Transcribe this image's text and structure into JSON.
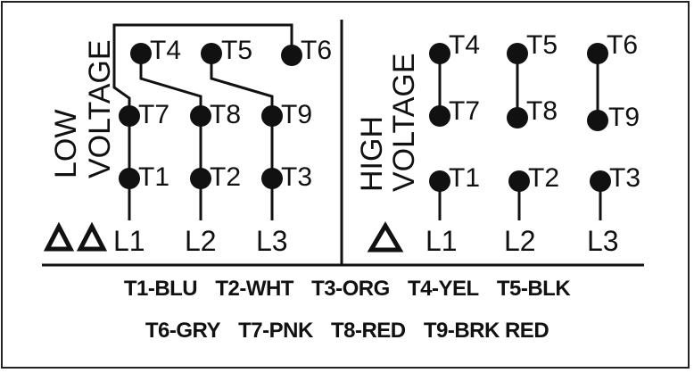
{
  "diagram": {
    "low_voltage": {
      "label_line1": "LOW",
      "label_line2": "VOLTAGE",
      "symbol": "ΔΔ",
      "terminals": {
        "T4": "T4",
        "T5": "T5",
        "T6": "T6",
        "T7": "T7",
        "T8": "T8",
        "T9": "T9",
        "T1": "T1",
        "T2": "T2",
        "T3": "T3"
      },
      "lines": [
        "L1",
        "L2",
        "L3"
      ],
      "connections": [
        "T4-T8",
        "T5-T9",
        "T6-T7",
        "T7-T1-L1",
        "T8-T2-L2",
        "T9-T3-L3"
      ]
    },
    "high_voltage": {
      "label_line1": "HIGH",
      "label_line2": "VOLTAGE",
      "symbol": "Δ",
      "terminals": {
        "T4": "T4",
        "T5": "T5",
        "T6": "T6",
        "T7": "T7",
        "T8": "T8",
        "T9": "T9",
        "T1": "T1",
        "T2": "T2",
        "T3": "T3"
      },
      "lines": [
        "L1",
        "L2",
        "L3"
      ],
      "connections": [
        "T4-T7",
        "T5-T8",
        "T6-T9",
        "T1-L1",
        "T2-L2",
        "T3-L3"
      ]
    }
  },
  "legend": {
    "row1": [
      "T1-BLU",
      "T2-WHT",
      "T3-ORG",
      "T4-YEL",
      "T5-BLK"
    ],
    "row2": [
      "T6-GRY",
      "T7-PNK",
      "T8-RED",
      "T9-BRK RED"
    ]
  },
  "colors": {
    "ink": "#111111",
    "background": "#ffffff"
  }
}
